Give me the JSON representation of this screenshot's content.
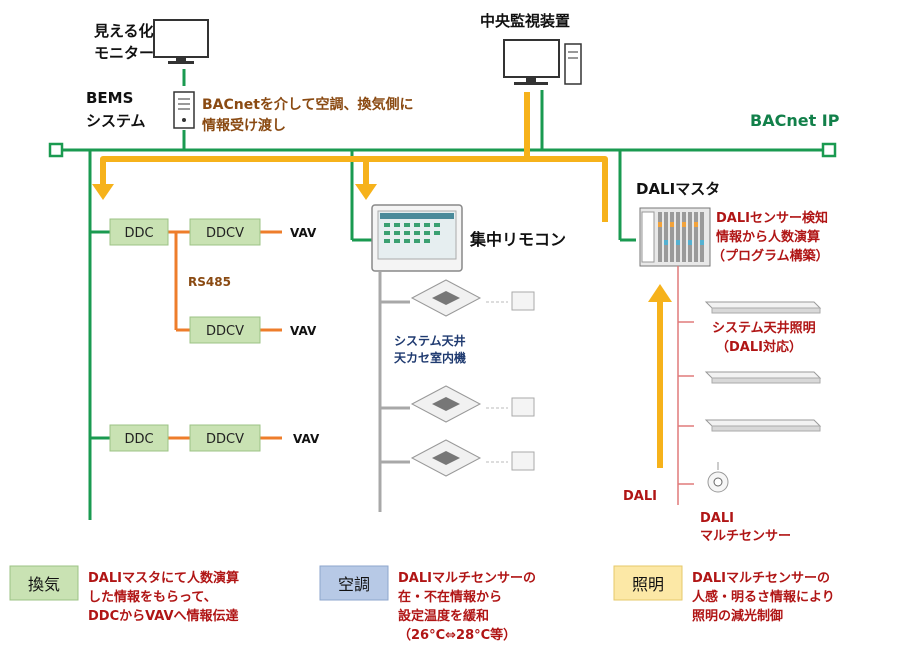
{
  "labels": {
    "monitor": [
      "見える化",
      "モニター"
    ],
    "central_monitor": "中央監視装置",
    "bems": [
      "BEMS",
      "システム"
    ],
    "bacnet_note": [
      "BACnetを介して空調、換気側に",
      "情報受け渡し"
    ],
    "bacnet_ip": "BACnet IP",
    "dali_master": "DALIマスタ",
    "dali_sensor_note": [
      "DALIセンサー検知",
      "情報から人数演算",
      "（プログラム構築）"
    ],
    "central_remote": "集中リモコン",
    "rs485": "RS485",
    "ceiling_unit": [
      "システム天井",
      "天カセ室内機"
    ],
    "ceiling_light": [
      "システム天井照明",
      "（DALI対応）"
    ],
    "dali": "DALI",
    "multi_sensor": [
      "DALI",
      "マルチセンサー"
    ]
  },
  "boxes": {
    "ddc": "DDC",
    "ddcv": "DDCV",
    "vav": "VAV"
  },
  "legend": [
    {
      "tag": "換気",
      "color": "#c9e2b3",
      "lines": [
        "DALIマスタにて人数演算",
        "した情報をもらって、",
        "DDCからVAVへ情報伝達"
      ]
    },
    {
      "tag": "空調",
      "color": "#b7c9e6",
      "lines": [
        "DALIマルチセンサーの",
        "在・不在情報から",
        "設定温度を緩和",
        "（26°C⇔28°C等）"
      ]
    },
    {
      "tag": "照明",
      "color": "#fce8a6",
      "lines": [
        "DALIマルチセンサーの",
        "人感・明るさ情報により",
        "照明の減光制御"
      ]
    }
  ],
  "colors": {
    "network": "#1a9a50",
    "info_flow": "#f6b21b",
    "rs485": "#ee7d2b",
    "remote_line": "#a8a8a8",
    "dali_line": "#e07a7a",
    "box_fill": "#c9e2b3",
    "box_border": "#9cc384"
  }
}
